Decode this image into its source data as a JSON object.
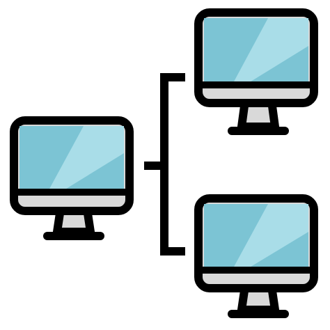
{
  "icon": {
    "name": "network-computers-icon",
    "computers": [
      {
        "role": "source",
        "name": "computer-left-icon"
      },
      {
        "role": "target",
        "name": "computer-top-right-icon"
      },
      {
        "role": "target",
        "name": "computer-bottom-right-icon"
      }
    ],
    "colors": {
      "outline": "#000000",
      "screen": "#7cc4d4",
      "screen_highlight": "#a9dde8",
      "bezel_bottom": "#d9d9d9",
      "stand": "#d9d9d9",
      "background": "#ffffff"
    }
  }
}
